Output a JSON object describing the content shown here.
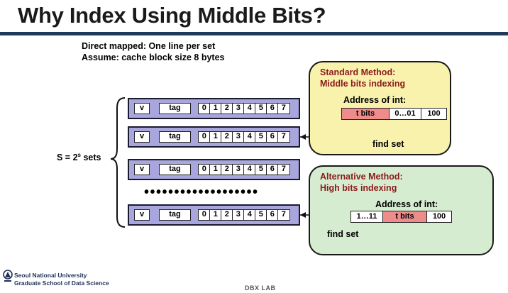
{
  "title": "Why Index Using Middle Bits?",
  "intro": {
    "line1": "Direct mapped: One line per set",
    "line2": "Assume: cache block size 8 bytes"
  },
  "sets_label": {
    "prefix": "S = 2",
    "exponent": "s",
    "suffix": " sets"
  },
  "cache_line": {
    "valid": "v",
    "tag": "tag",
    "bytes": [
      "0",
      "1",
      "2",
      "3",
      "4",
      "5",
      "6",
      "7"
    ]
  },
  "ellipsis": "•••••••••••••••••••",
  "standard": {
    "title1": "Standard Method:",
    "title2": "Middle bits indexing",
    "address_label": "Address of int:",
    "fields": [
      "t bits",
      "0…01",
      "100"
    ],
    "find_set": "find set"
  },
  "alternative": {
    "title1": "Alternative Method:",
    "title2": "High bits indexing",
    "address_label": "Address of int:",
    "fields": [
      "1…11",
      "t bits",
      "100"
    ],
    "find_set": "find set"
  },
  "footer": {
    "univ_line1": "Seoul National University",
    "univ_line2": "Graduate School of Data Science",
    "lab": "DBX LAB"
  },
  "colors": {
    "cache_line_fill": "#a9a6de",
    "standard_panel": "#f8f2ad",
    "alternative_panel": "#d6ecd0",
    "panel_title": "#8b1a1a",
    "tag_bits_fill": "#ee8c8c",
    "title_rule": "#1f3a5a"
  }
}
